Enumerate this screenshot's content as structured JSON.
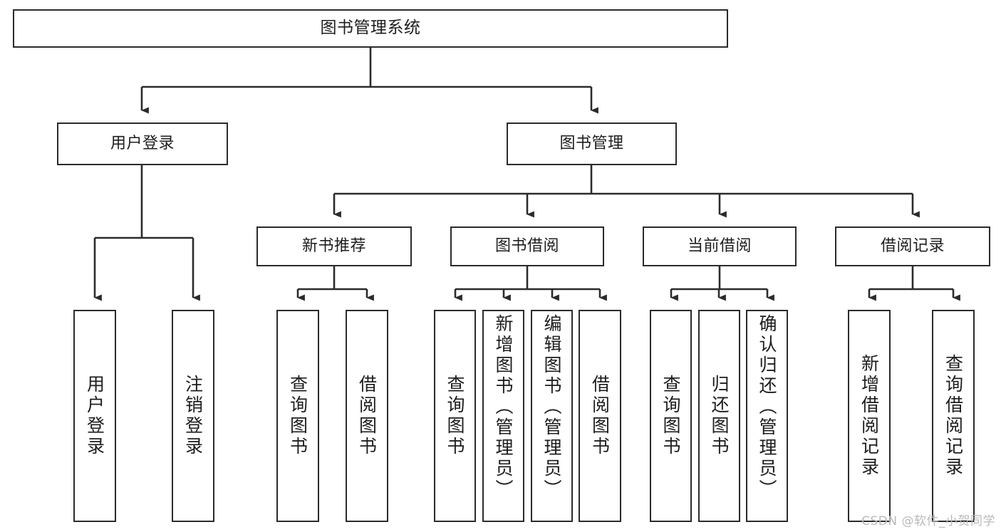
{
  "diagram": {
    "type": "tree",
    "title": "图书管理系统",
    "watermark": "CSDN @软件_小贺同学",
    "colors": {
      "stroke": "#2b2b2b",
      "fill": "#ffffff",
      "text": "#1d1d1d",
      "watermark": "#b9b9b9"
    },
    "nodes": {
      "root": {
        "label": "图书管理系统"
      },
      "level2": [
        {
          "id": "user-login",
          "label": "用户登录"
        },
        {
          "id": "book-manage",
          "label": "图书管理"
        }
      ],
      "level3": [
        {
          "id": "new-book-recommend",
          "label": "新书推荐"
        },
        {
          "id": "book-borrow",
          "label": "图书借阅"
        },
        {
          "id": "current-borrow",
          "label": "当前借阅"
        },
        {
          "id": "borrow-record",
          "label": "借阅记录"
        }
      ],
      "leaves": {
        "user_login": [
          {
            "id": "leaf-user-login",
            "label": "用户登录"
          },
          {
            "id": "leaf-logout-login",
            "label": "注销登录"
          }
        ],
        "new_book_recommend": [
          {
            "id": "leaf-query-book-1",
            "label": "查询图书"
          },
          {
            "id": "leaf-borrow-book-1",
            "label": "借阅图书"
          }
        ],
        "book_borrow": [
          {
            "id": "leaf-query-book-2",
            "label": "查询图书"
          },
          {
            "id": "leaf-add-book",
            "label": "新增图书（管理员）"
          },
          {
            "id": "leaf-edit-book",
            "label": "编辑图书（管理员）"
          },
          {
            "id": "leaf-borrow-book-2",
            "label": "借阅图书"
          }
        ],
        "current_borrow": [
          {
            "id": "leaf-query-book-3",
            "label": "查询图书"
          },
          {
            "id": "leaf-return-book",
            "label": "归还图书"
          },
          {
            "id": "leaf-confirm-return",
            "label": "确认归还（管理员）"
          }
        ],
        "borrow_record": [
          {
            "id": "leaf-add-record",
            "label": "新增借阅记录"
          },
          {
            "id": "leaf-query-record",
            "label": "查询借阅记录"
          }
        ]
      }
    }
  }
}
